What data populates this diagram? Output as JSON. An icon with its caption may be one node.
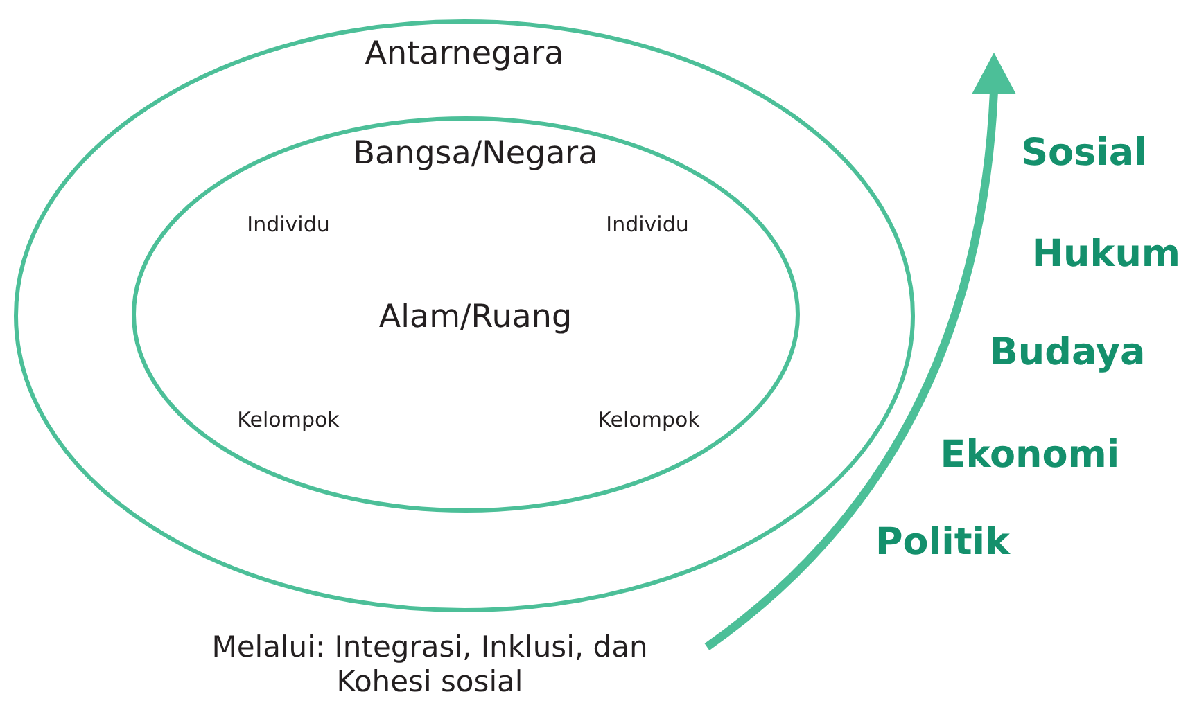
{
  "diagram": {
    "nodes": [
      {
        "text": [
          "Antarnegara"
        ]
      },
      {
        "text": [
          "Bangsa/Negara",
          "Alam/Ruang"
        ],
        "in": 0
      }
    ],
    "labels": [
      "Sosial",
      "Individu",
      "Individu",
      "Hukum",
      "Budaya",
      "Kelompok",
      "Kelompok",
      "Ekonomi",
      "Politik",
      "Melalui: Integrasi, Inklusi, dan Kohesi sosial"
    ]
  }
}
